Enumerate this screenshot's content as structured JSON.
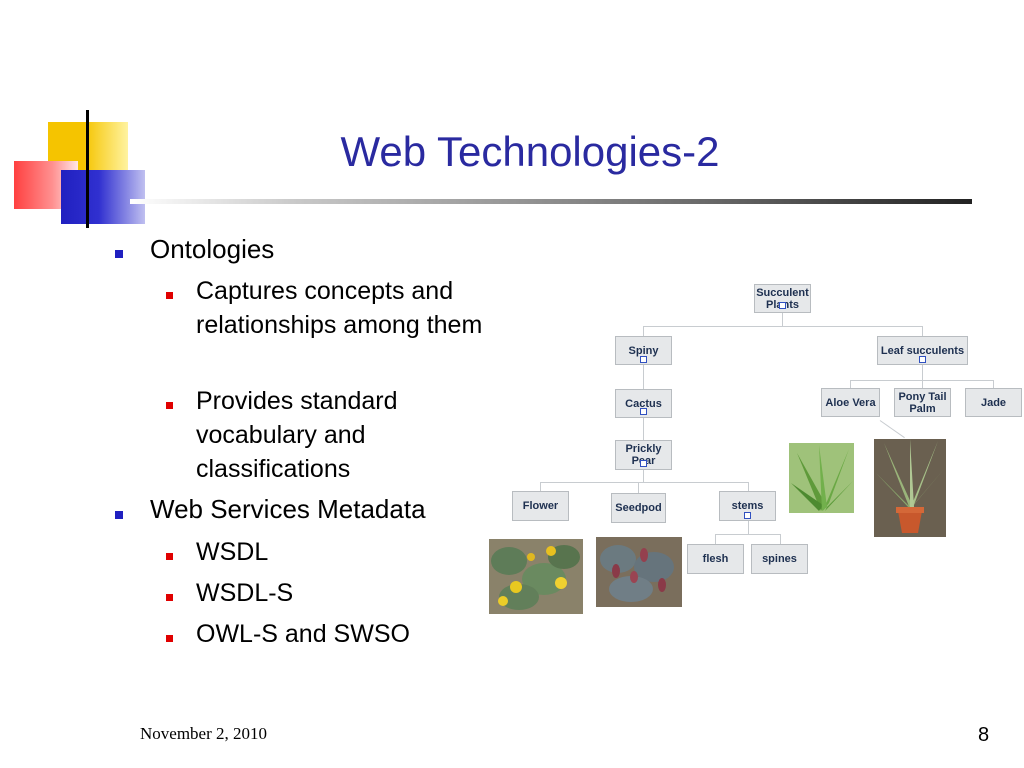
{
  "slide": {
    "title": "Web Technologies-2",
    "bullets": [
      {
        "text": "Ontologies",
        "sub": [
          "Captures concepts and relationships among them",
          "Provides standard vocabulary and classifications"
        ]
      },
      {
        "text": "Web Services Metadata",
        "sub": [
          "WSDL",
          "WSDL-S",
          "OWL-S and SWSO"
        ]
      }
    ],
    "footer": {
      "date": "November 2, 2010",
      "page": "8"
    }
  },
  "diagram": {
    "root": "Succulent Plants",
    "spiny": "Spiny",
    "leaf_succulents": "Leaf succulents",
    "cactus": "Cactus",
    "prickly_pear": "Prickly Pear",
    "flower": "Flower",
    "seedpod": "Seedpod",
    "stems": "stems",
    "flesh": "flesh",
    "spines": "spines",
    "aloe_vera": "Aloe Vera",
    "pony_tail_palm": "Pony Tail Palm",
    "jade": "Jade"
  }
}
